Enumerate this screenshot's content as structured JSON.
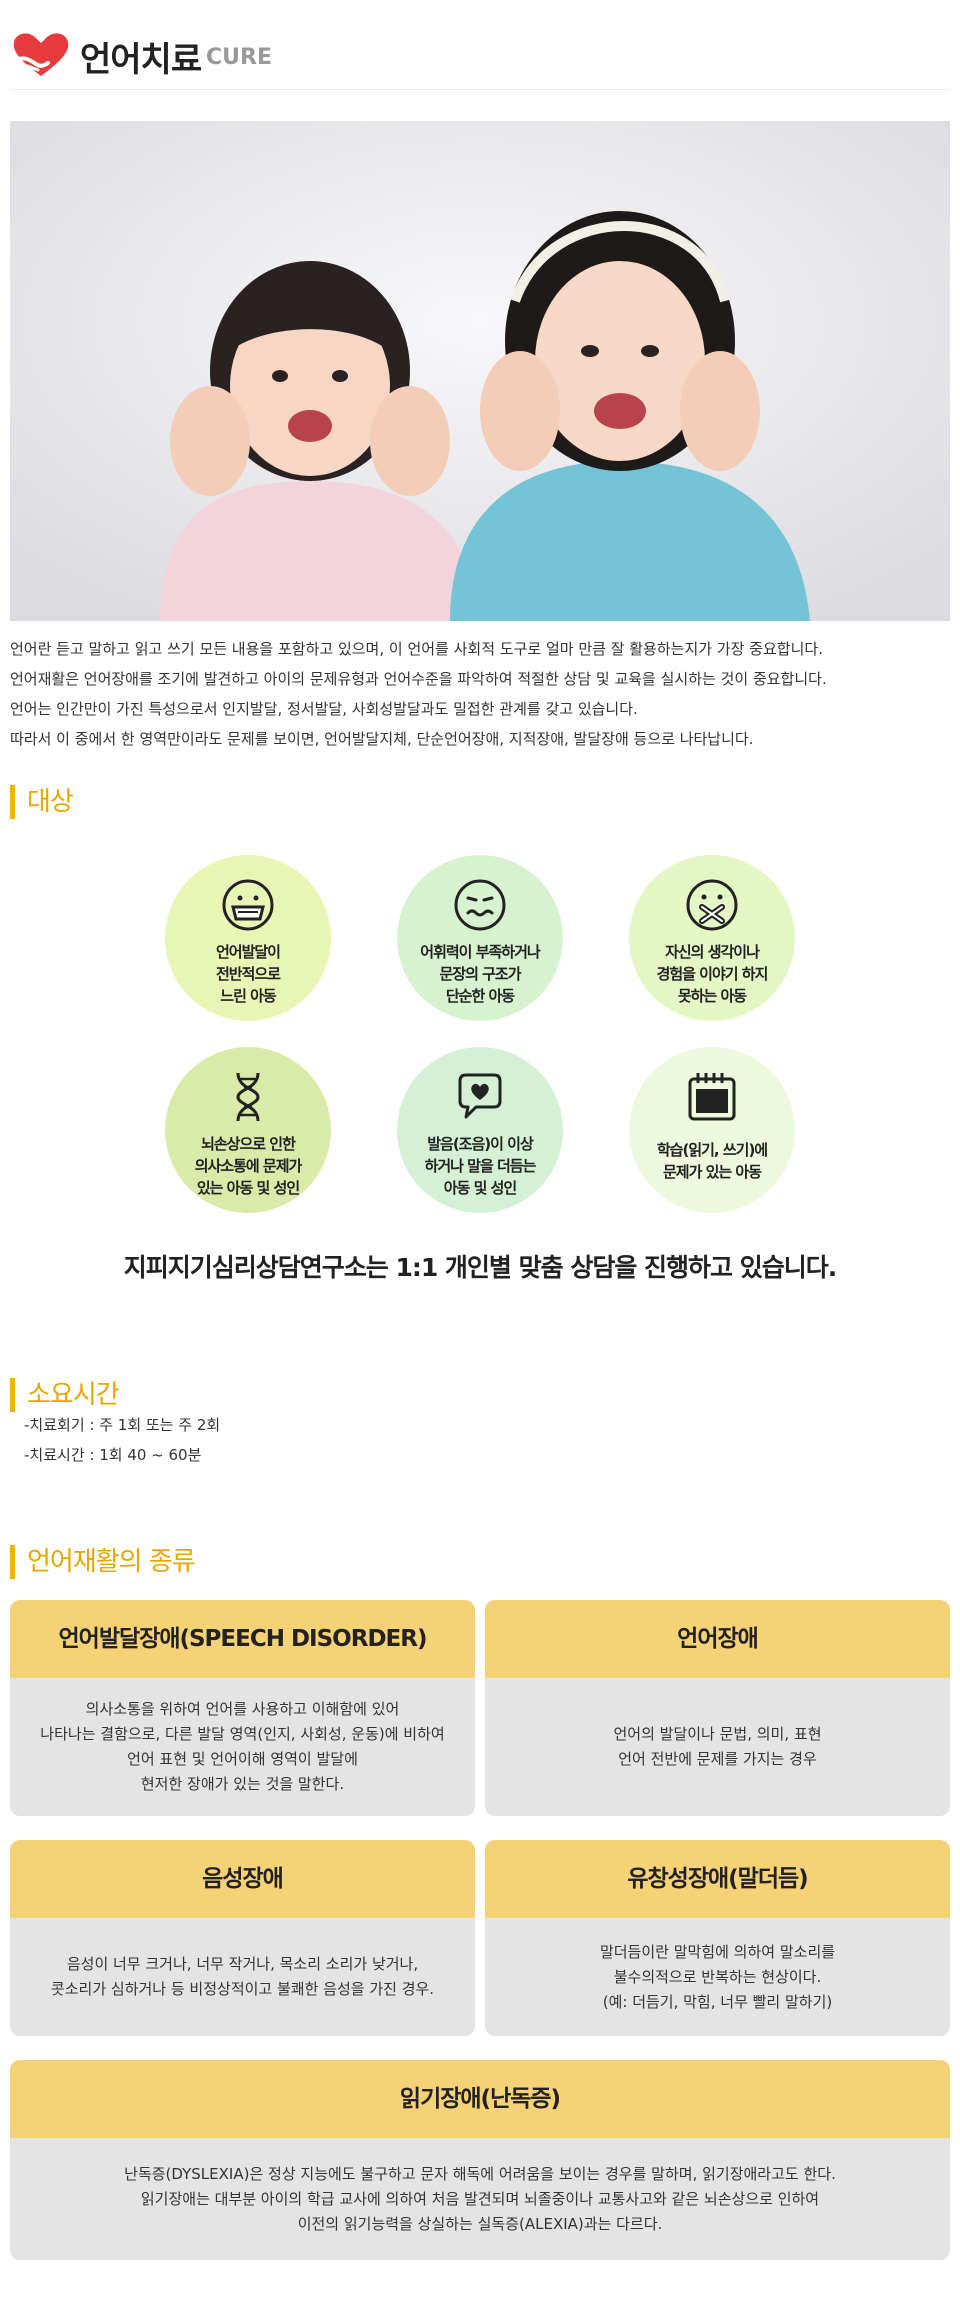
{
  "header": {
    "title": "언어치료",
    "subtitle": "CURE",
    "logo_icon": "heart-hands-icon"
  },
  "colors": {
    "accent": "#e9a500",
    "accent_bar": "#f0b400",
    "card_header": "#f5d275",
    "card_body": "#e4e4e4",
    "logo_red": "#e73a3a"
  },
  "intro": {
    "lines": [
      "언어란 듣고 말하고 읽고 쓰기 모든 내용을 포함하고 있으며, 이 언어를 사회적 도구로 얼마 만큼 잘 활용하는지가 가장 중요합니다.",
      "언어재활은 언어장애를 조기에 발견하고 아이의 문제유형과 언어수준을 파악하여 적절한 상담 및 교육을 실시하는 것이 중요합니다.",
      "언어는 인간만이 가진 특성으로서 인지발달, 정서발달, 사회성발달과도 밀접한 관계를 갖고 있습니다.",
      "따라서 이 중에서 한 영역만이라도 문제를 보이면, 언어발달지체, 단순언어장애, 지적장애, 발달장애 등으로 나타납니다."
    ]
  },
  "target": {
    "title": "대상",
    "items": [
      {
        "icon": "mask-face-icon",
        "lines": [
          "언어발달이",
          "전반적으로",
          "느린 아동"
        ]
      },
      {
        "icon": "confused-face-icon",
        "lines": [
          "어휘력이 부족하거나",
          "문장의 구조가",
          "단순한 아동"
        ]
      },
      {
        "icon": "taped-mouth-face-icon",
        "lines": [
          "자신의 생각이나",
          "경험을 이야기 하지",
          "못하는 아동"
        ]
      },
      {
        "icon": "dna-icon",
        "lines": [
          "뇌손상으로 인한",
          "의사소통에 문제가",
          "있는 아동 및 성인"
        ]
      },
      {
        "icon": "heart-speech-bubble-icon",
        "lines": [
          "발음(조음)이 이상",
          "하거나 말을 더듬는",
          "아동 및 성인"
        ]
      },
      {
        "icon": "notebook-icon",
        "lines": [
          "학습(읽기, 쓰기)에",
          "문제가 있는 아동"
        ]
      }
    ],
    "notice": "지피지기심리상담연구소는 1:1 개인별 맞춤 상담을 진행하고 있습니다."
  },
  "duration": {
    "title": "소요시간",
    "lines": [
      "-치료회기 : 주 1회 또는 주 2회",
      "-치료시간 : 1회 40 ~ 60분"
    ]
  },
  "kinds": {
    "title": "언어재활의 종류",
    "items": [
      {
        "title": "언어발달장애(SPEECH DISORDER)",
        "lines": [
          "의사소통을 위하여 언어를 사용하고 이해함에 있어",
          "나타나는 결함으로, 다른 발달 영역(인지, 사회성, 운동)에 비하여",
          "언어 표현 및 언어이해 영역이 발달에",
          "현저한 장애가 있는 것을 말한다."
        ]
      },
      {
        "title": "언어장애",
        "lines": [
          "언어의 발달이나 문법, 의미, 표현",
          "언어 전반에 문제를 가지는 경우"
        ]
      },
      {
        "title": "음성장애",
        "lines": [
          "음성이 너무 크거나, 너무 작거나, 목소리 소리가 낮거나,",
          "콧소리가 심하거나 등 비정상적이고 불쾌한 음성을 가진 경우."
        ]
      },
      {
        "title": "유창성장애(말더듬)",
        "lines": [
          "말더듬이란 말막힘에 의하여 말소리를",
          "불수의적으로 반복하는 현상이다.",
          "(예: 더듬기, 막힘, 너무 빨리 말하기)"
        ]
      },
      {
        "title": "읽기장애(난독증)",
        "lines": [
          "난독증(DYSLEXIA)은 정상 지능에도 불구하고 문자 해독에 어려움을 보이는 경우를 말하며, 읽기장애라고도 한다.",
          "읽기장애는 대부분 아이의 학급 교사에 의하여 처음 발견되며 뇌졸중이나 교통사고와 같은 뇌손상으로 인하여",
          "이전의 읽기능력을 상실하는 실독증(ALEXIA)과는 다르다."
        ]
      }
    ]
  }
}
